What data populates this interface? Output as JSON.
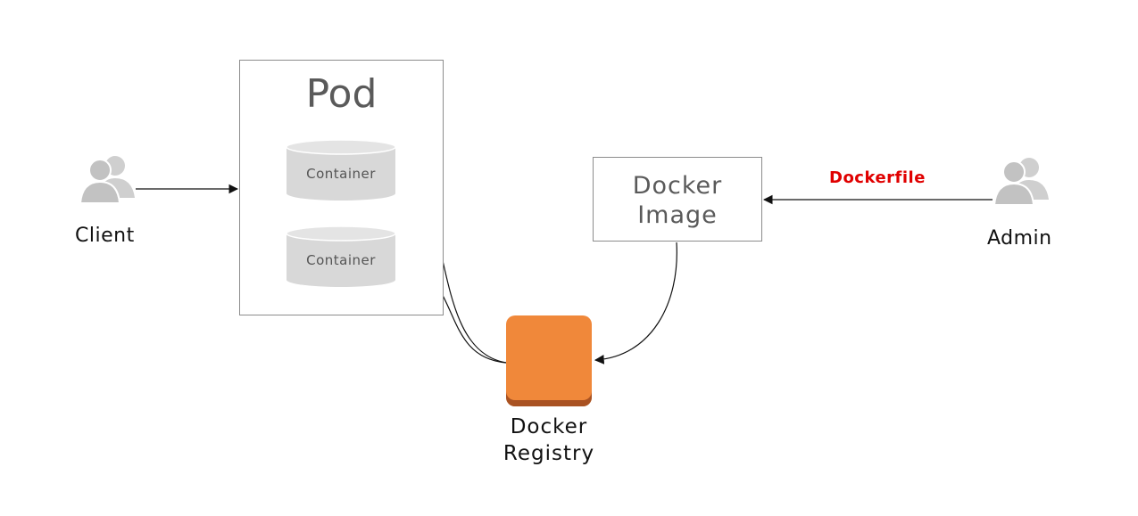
{
  "pod": {
    "title": "Pod",
    "containers": [
      "Container",
      "Container"
    ]
  },
  "docker_image": {
    "line1": "Docker",
    "line2": "Image"
  },
  "registry": {
    "line1": "Docker",
    "line2": "Registry",
    "color": "#f0883a"
  },
  "client": {
    "label": "Client",
    "icon": "users-icon"
  },
  "admin": {
    "label": "Admin",
    "icon": "users-icon"
  },
  "edges": {
    "dockerfile_label": "Dockerfile",
    "dockerfile_color": "#e00000"
  }
}
